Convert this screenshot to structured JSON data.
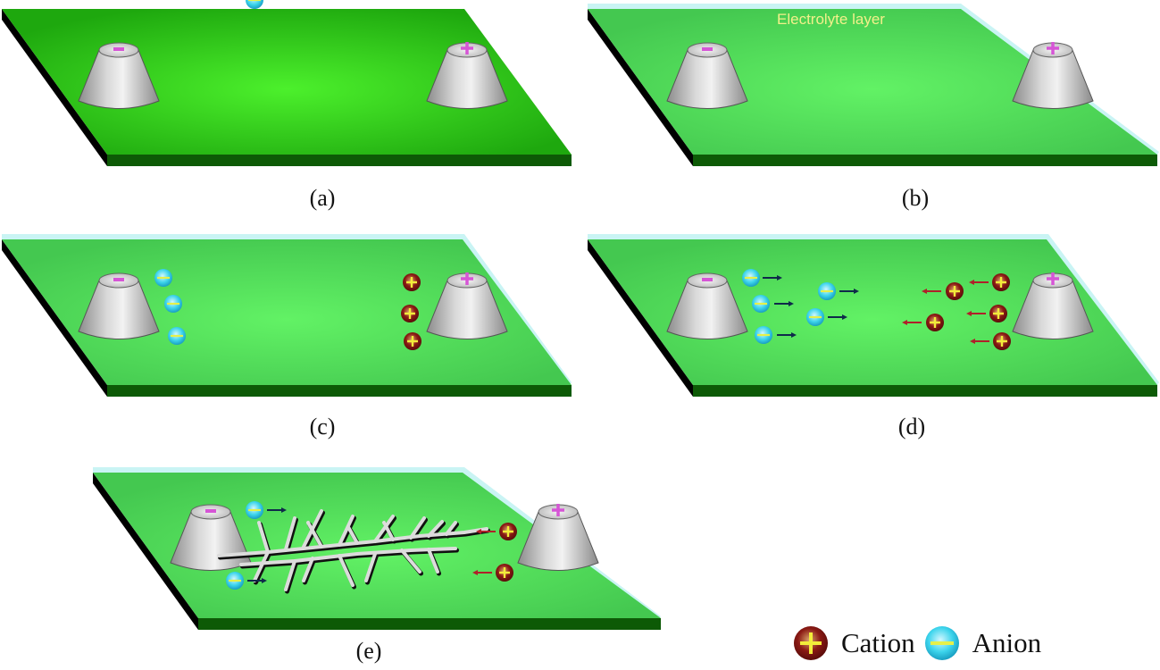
{
  "figure": {
    "panels": [
      {
        "id": "a",
        "caption": "(a)",
        "layer_label": "",
        "electrolyte": false
      },
      {
        "id": "b",
        "caption": "(b)",
        "layer_label": "Electrolyte layer",
        "electrolyte": true
      },
      {
        "id": "c",
        "caption": "(c)",
        "layer_label": "",
        "electrolyte": true
      },
      {
        "id": "d",
        "caption": "(d)",
        "layer_label": "",
        "electrolyte": true
      },
      {
        "id": "e",
        "caption": "(e)",
        "layer_label": "",
        "electrolyte": true
      }
    ],
    "electrodes": {
      "negative_symbol": "−",
      "positive_symbol": "+"
    },
    "legend": {
      "cation_label": "Cation",
      "anion_label": "Anion"
    },
    "colors": {
      "substrate_light": "#4cf02c",
      "substrate_dark": "#1ea80e",
      "substrate_side": "#0d5a06",
      "substrate_edge": "#000000",
      "electrolyte_green": "#55e060",
      "electrolyte_rim": "#c9f4f4",
      "electrode_symbol": "#d655d6",
      "layer_label": "#f2f08a",
      "cation": "#8b1a14",
      "anion": "#3cd4ec",
      "arrow_anion": "#0f2a4a",
      "arrow_cation": "#b0202a",
      "dendrite": "#d6d6d6"
    }
  }
}
